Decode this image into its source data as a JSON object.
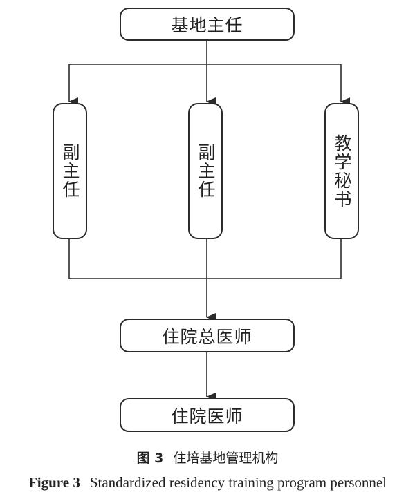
{
  "nodes": {
    "director": "基地主任",
    "deputy_1": "副主任",
    "deputy_2": "副主任",
    "secretary": "教学秘书",
    "chief_resident": "住院总医师",
    "resident": "住院医师"
  },
  "caption_cn": {
    "number": "图 3",
    "title": "住培基地管理机构"
  },
  "caption_en": {
    "number": "Figure 3",
    "title": "Standardized residency training program personnel"
  },
  "colors": {
    "line": "#2b2b2b",
    "text": "#222222",
    "background": "#ffffff"
  }
}
